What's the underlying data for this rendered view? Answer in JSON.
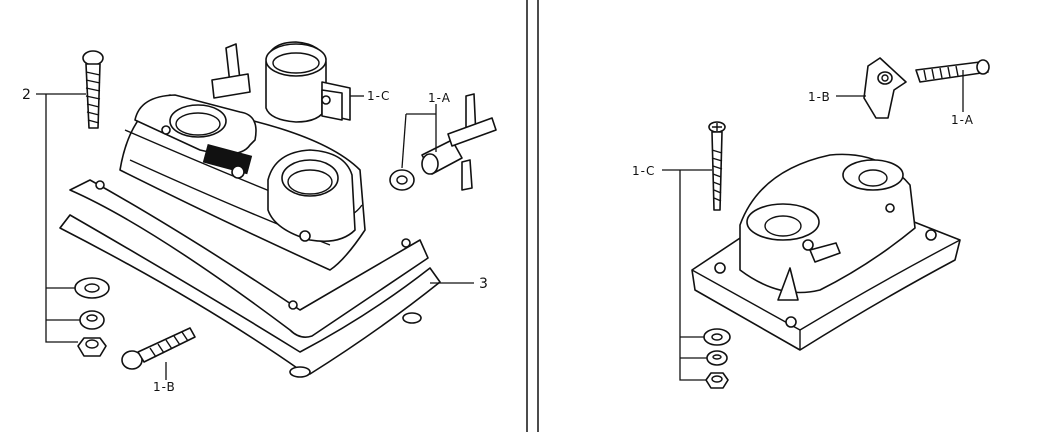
{
  "left_panel": {
    "callouts": {
      "two": "2",
      "three": "3",
      "one_a": "1-A",
      "one_b": "1-B",
      "one_c": "1-C"
    }
  },
  "right_panel": {
    "callouts": {
      "one_a": "1-A",
      "one_b": "1-B",
      "one_c": "1-C"
    }
  }
}
